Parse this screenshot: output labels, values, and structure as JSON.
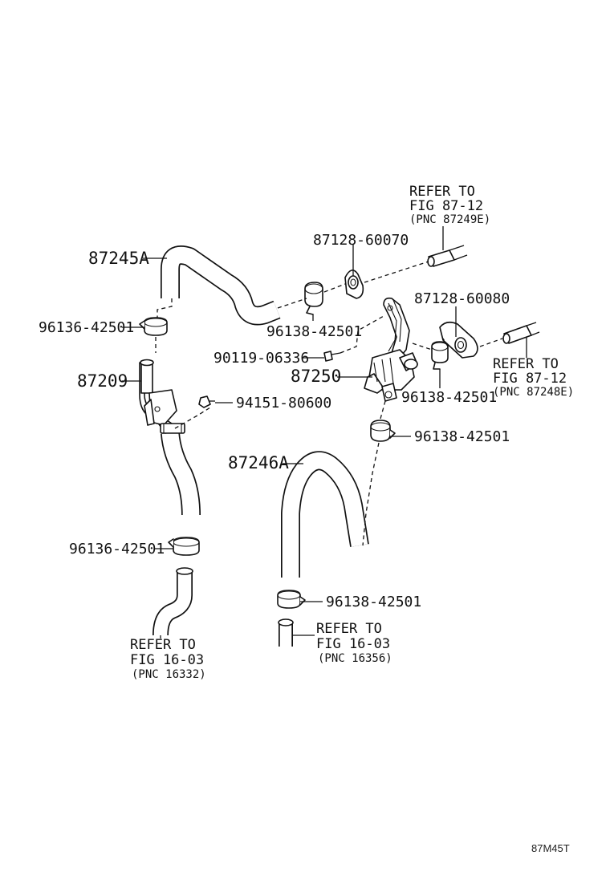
{
  "diagram_code": "87M45T",
  "parts": {
    "hose_upper": "87245A",
    "hose_lower": "87246A",
    "water_pipe": "87209",
    "valve": "87250",
    "grommet_a": "87128-60070",
    "grommet_b": "87128-60080",
    "screw": "90119-06336",
    "bolt": "94151-80600",
    "clamp_136_a": "96136-42501",
    "clamp_136_b": "96136-42501",
    "clamp_138_a": "96138-42501",
    "clamp_138_b": "96138-42501",
    "clamp_138_c": "96138-42501",
    "clamp_138_d": "96138-42501"
  },
  "references": {
    "top": {
      "line1": "REFER TO",
      "line2": "FIG 87-12",
      "line3": "(PNC 87249E)"
    },
    "right": {
      "line1": "REFER TO",
      "line2": "FIG 87-12",
      "line3": "(PNC 87248E)"
    },
    "bottom_left": {
      "line1": "REFER TO",
      "line2": "FIG 16-03",
      "line3": "(PNC 16332)"
    },
    "bottom_mid": {
      "line1": "REFER TO",
      "line2": "FIG 16-03",
      "line3": "(PNC 16356)"
    }
  }
}
